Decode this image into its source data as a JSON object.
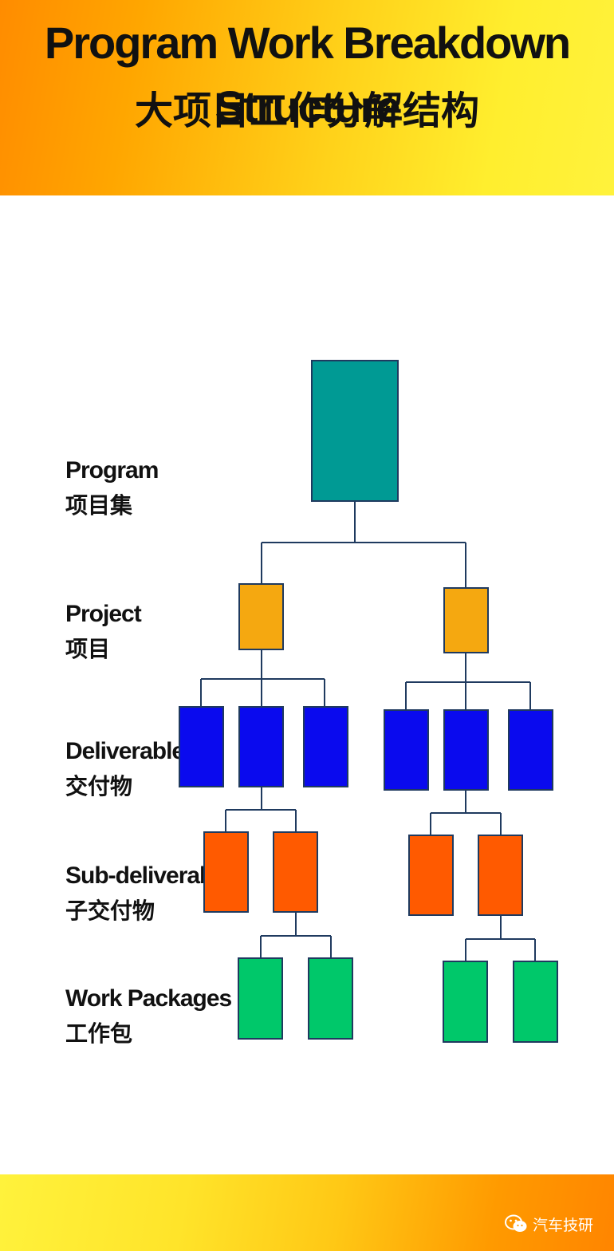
{
  "title": {
    "en": "Program Work Breakdown Structure",
    "zh": "大项目工作分解结构"
  },
  "levels": [
    {
      "en": "Program",
      "zh": "项目集",
      "color": "#009a94"
    },
    {
      "en": "Project",
      "zh": "项目",
      "color": "#f5a810"
    },
    {
      "en": "Deliverables",
      "zh": "交付物",
      "color": "#0a0aee"
    },
    {
      "en": "Sub-deliverables",
      "zh": "子交付物",
      "color": "#ff5a00"
    },
    {
      "en": "Work Packages",
      "zh": "工作包",
      "color": "#00c86a"
    }
  ],
  "watermark": {
    "text": "汽车技研",
    "icon": "wechat-icon"
  }
}
